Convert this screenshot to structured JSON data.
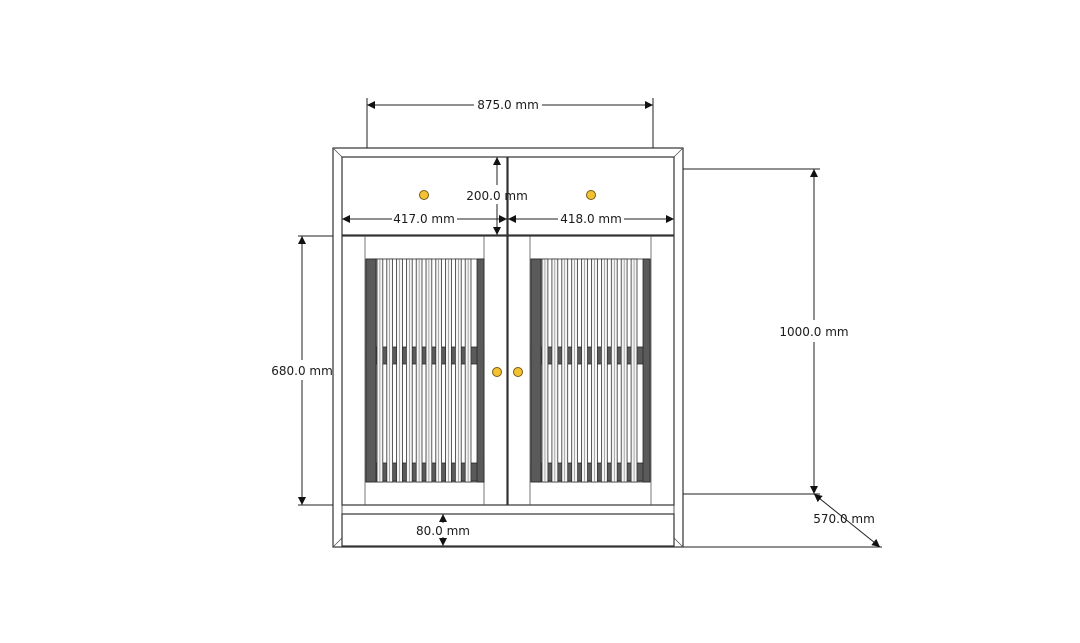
{
  "dimensions": {
    "width_top": "875.0 mm",
    "drawer_height": "200.0 mm",
    "drawer_left_width": "417.0 mm",
    "drawer_right_width": "418.0 mm",
    "door_height": "680.0 mm",
    "total_height": "1000.0 mm",
    "depth": "570.0 mm",
    "plinth_height": "80.0 mm"
  },
  "colors": {
    "knob": "#f2c232",
    "slat_dark": "#5a5a5a",
    "line": "#222222"
  }
}
